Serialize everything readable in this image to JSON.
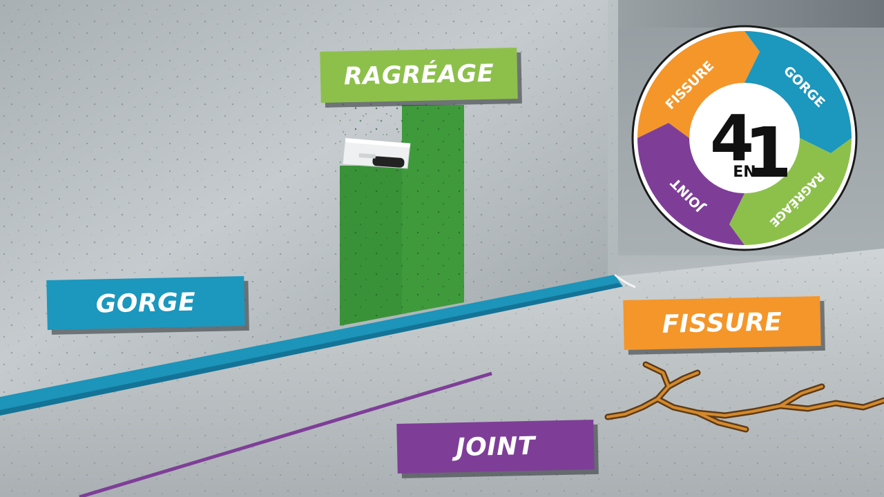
{
  "labels": {
    "ragreage": "RAGRÉAGE",
    "gorge": "GORGE",
    "fissure": "FISSURE",
    "joint": "JOINT"
  },
  "badge": {
    "segments": [
      "FISSURE",
      "GORGE",
      "RAGRÉAGE",
      "JOINT"
    ],
    "big_left": "4",
    "big_right": "1",
    "small": "EN"
  },
  "colors": {
    "green": "#8dc04b",
    "blue": "#1c97bd",
    "orange": "#f4962a",
    "purple": "#7e3e98",
    "patch_green": "#3f9a3c"
  },
  "icons": [
    "trowel-icon",
    "crack-icon"
  ]
}
